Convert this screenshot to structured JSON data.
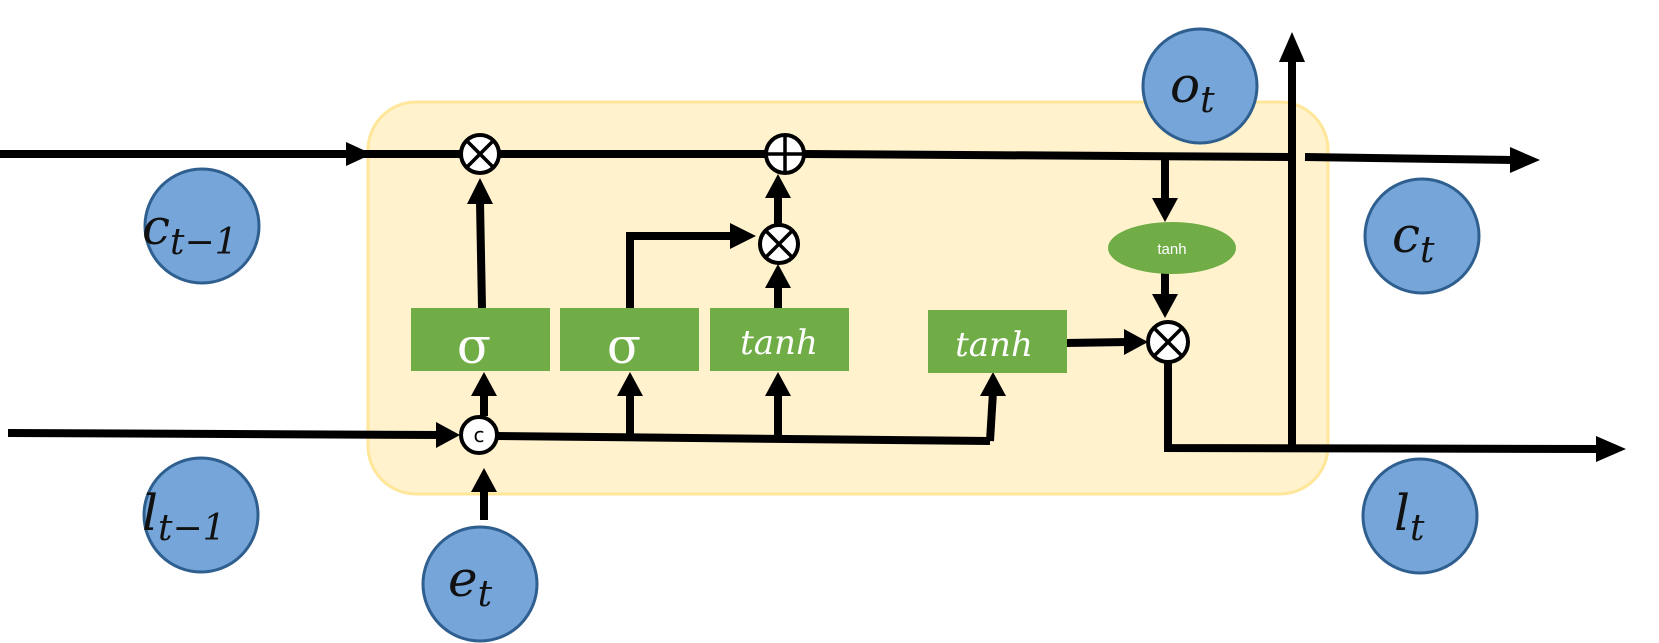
{
  "colors": {
    "cell_fill": "#fff2cc",
    "cell_stroke": "#ffe699",
    "gate_fill": "#70ad47",
    "circle_fill": "#76a6d9",
    "circle_stroke": "#2f5f8f",
    "line": "#000000"
  },
  "nodes": {
    "c_prev": {
      "base": "c",
      "sub": "t−1"
    },
    "l_prev": {
      "base": "l",
      "sub": "t−1"
    },
    "e_t": {
      "base": "e",
      "sub": "t"
    },
    "o_t": {
      "base": "o",
      "sub": "t"
    },
    "c_t": {
      "base": "c",
      "sub": "t"
    },
    "l_t": {
      "base": "l",
      "sub": "t"
    }
  },
  "gates": {
    "sigma_1": "σ",
    "sigma_2": "σ",
    "tanh_1": "tanh",
    "tanh_2": "tanh",
    "tanh_ellipse": "tanh"
  },
  "operators": {
    "concat": "c"
  }
}
